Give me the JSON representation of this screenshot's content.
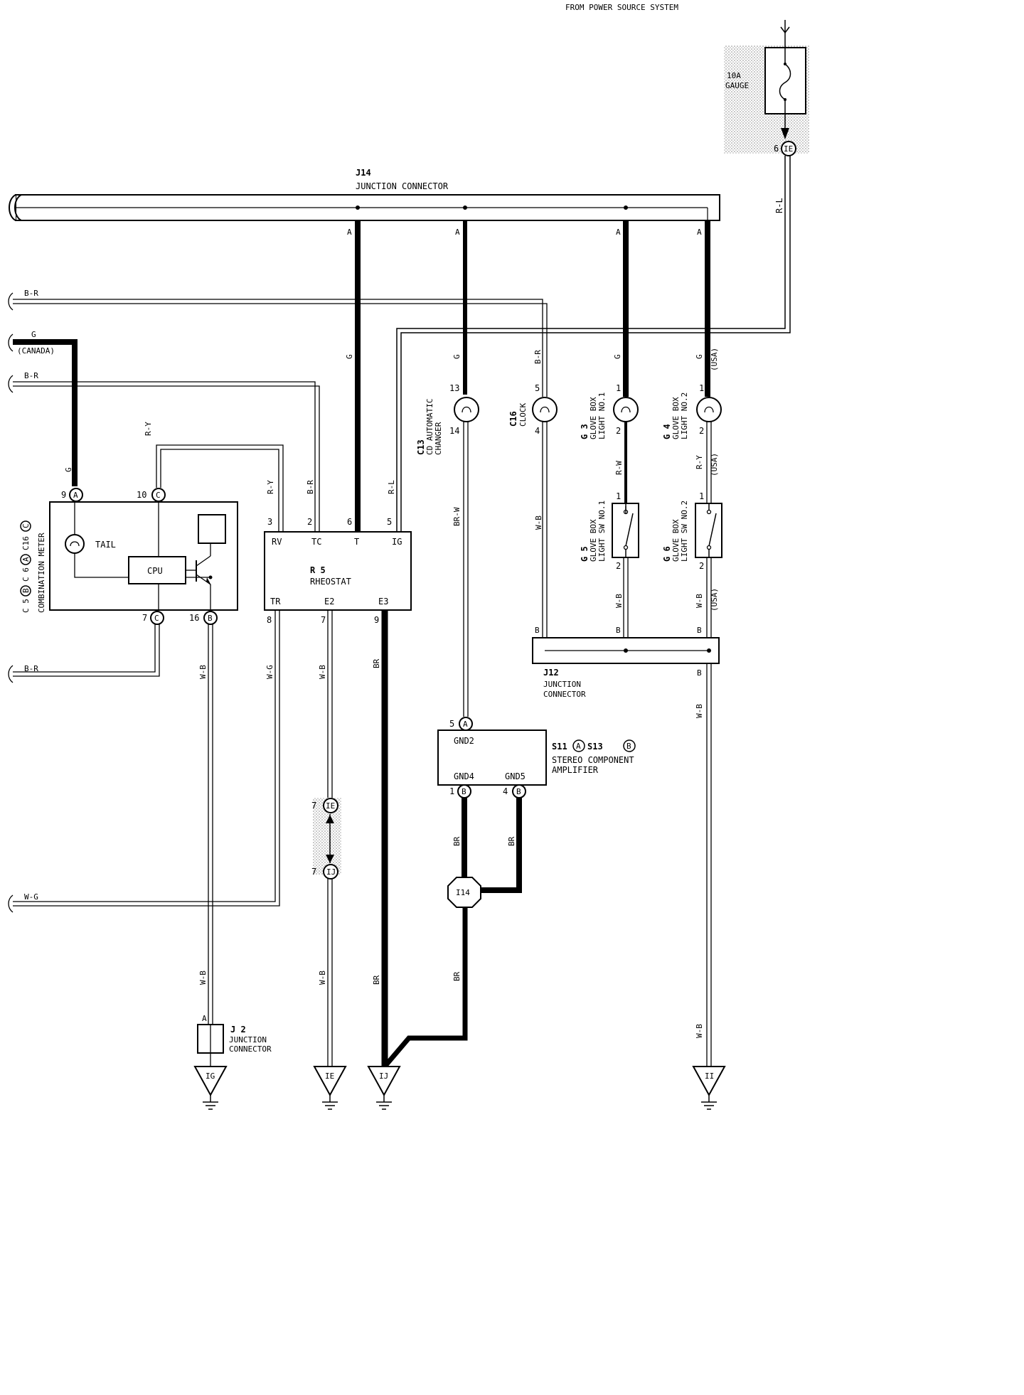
{
  "header": {
    "power_source": "FROM POWER SOURCE SYSTEM"
  },
  "fuse": {
    "rating": "10A",
    "name": "GAUGE"
  },
  "connectors": {
    "ie": "IE",
    "ij": "IJ",
    "ig": "IG",
    "ii": "II",
    "i14": "I14",
    "a": "A",
    "b": "B",
    "c": "C"
  },
  "pins": {
    "p6": "6",
    "p9": "9",
    "p10": "10",
    "p7": "7",
    "p16": "16",
    "p3": "3",
    "p2": "2",
    "p5": "5",
    "p8": "8",
    "p13": "13",
    "p14": "14",
    "p4": "4",
    "p1": "1"
  },
  "j14": {
    "id": "J14",
    "name": "JUNCTION CONNECTOR",
    "pin": "A"
  },
  "j12": {
    "id": "J12",
    "line1": "JUNCTION",
    "line2": "CONNECTOR",
    "pin": "B"
  },
  "j2": {
    "id": "J 2",
    "line1": "JUNCTION",
    "line2": "CONNECTOR",
    "pin": "A"
  },
  "wires": {
    "br": "B-R",
    "g": "G",
    "canada": "(CANADA)",
    "ry": "R-Y",
    "rl": "R-L",
    "wb": "W-B",
    "wg": "W-G",
    "brw": "BR-W",
    "brn": "BR",
    "rw": "R-W",
    "usa": "(USA)"
  },
  "meter": {
    "code_c5": "C 5",
    "code_c6": "C 6",
    "code_c16": "C16",
    "name": "COMBINATION METER",
    "tail": "TAIL",
    "cpu": "CPU"
  },
  "rheostat": {
    "id": "R 5",
    "name": "RHEOSTAT",
    "rv": "RV",
    "tc": "TC",
    "t": "T",
    "ig": "IG",
    "tr": "TR",
    "e2": "E2",
    "e3": "E3"
  },
  "changer": {
    "id": "C13",
    "line1": "CD AUTOMATIC",
    "line2": "CHANGER"
  },
  "clock": {
    "id": "C16",
    "name": "CLOCK"
  },
  "glove_light_1": {
    "id": "G 3",
    "line1": "GLOVE BOX",
    "line2": "LIGHT NO.1"
  },
  "glove_light_2": {
    "id": "G 4",
    "line1": "GLOVE BOX",
    "line2": "LIGHT NO.2"
  },
  "glove_sw_1": {
    "id": "G 5",
    "line1": "GLOVE BOX",
    "line2": "LIGHT SW NO.1"
  },
  "glove_sw_2": {
    "id": "G 6",
    "line1": "GLOVE BOX",
    "line2": "LIGHT SW NO.2"
  },
  "amplifier": {
    "code_s11": "S11",
    "code_s13": "S13",
    "line1": "STEREO COMPONENT",
    "line2": "AMPLIFIER",
    "gnd2": "GND2",
    "gnd4": "GND4",
    "gnd5": "GND5"
  }
}
